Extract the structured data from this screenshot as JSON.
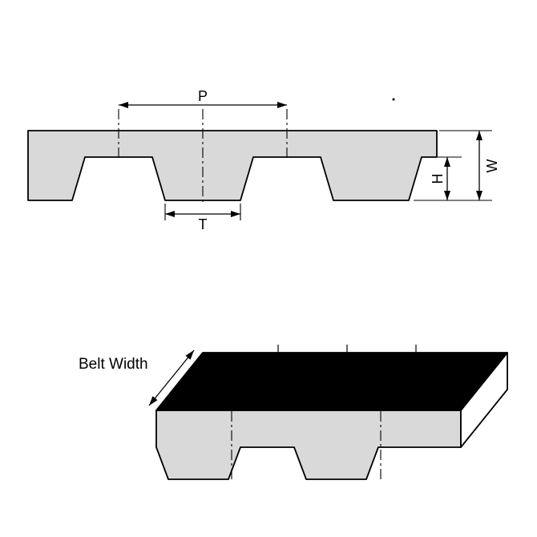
{
  "figure": {
    "type": "timing-belt-dimension-diagram",
    "labels": {
      "pitch": "P",
      "tooth_width": "T",
      "tooth_height": "H",
      "belt_thickness": "W",
      "belt_width": "Belt Width"
    },
    "colors": {
      "background": "#ffffff",
      "belt_fill": "#d9d9d9",
      "outline": "#000000",
      "belt_top_surface": "#000000",
      "belt_end_face": "#ffffff"
    }
  }
}
